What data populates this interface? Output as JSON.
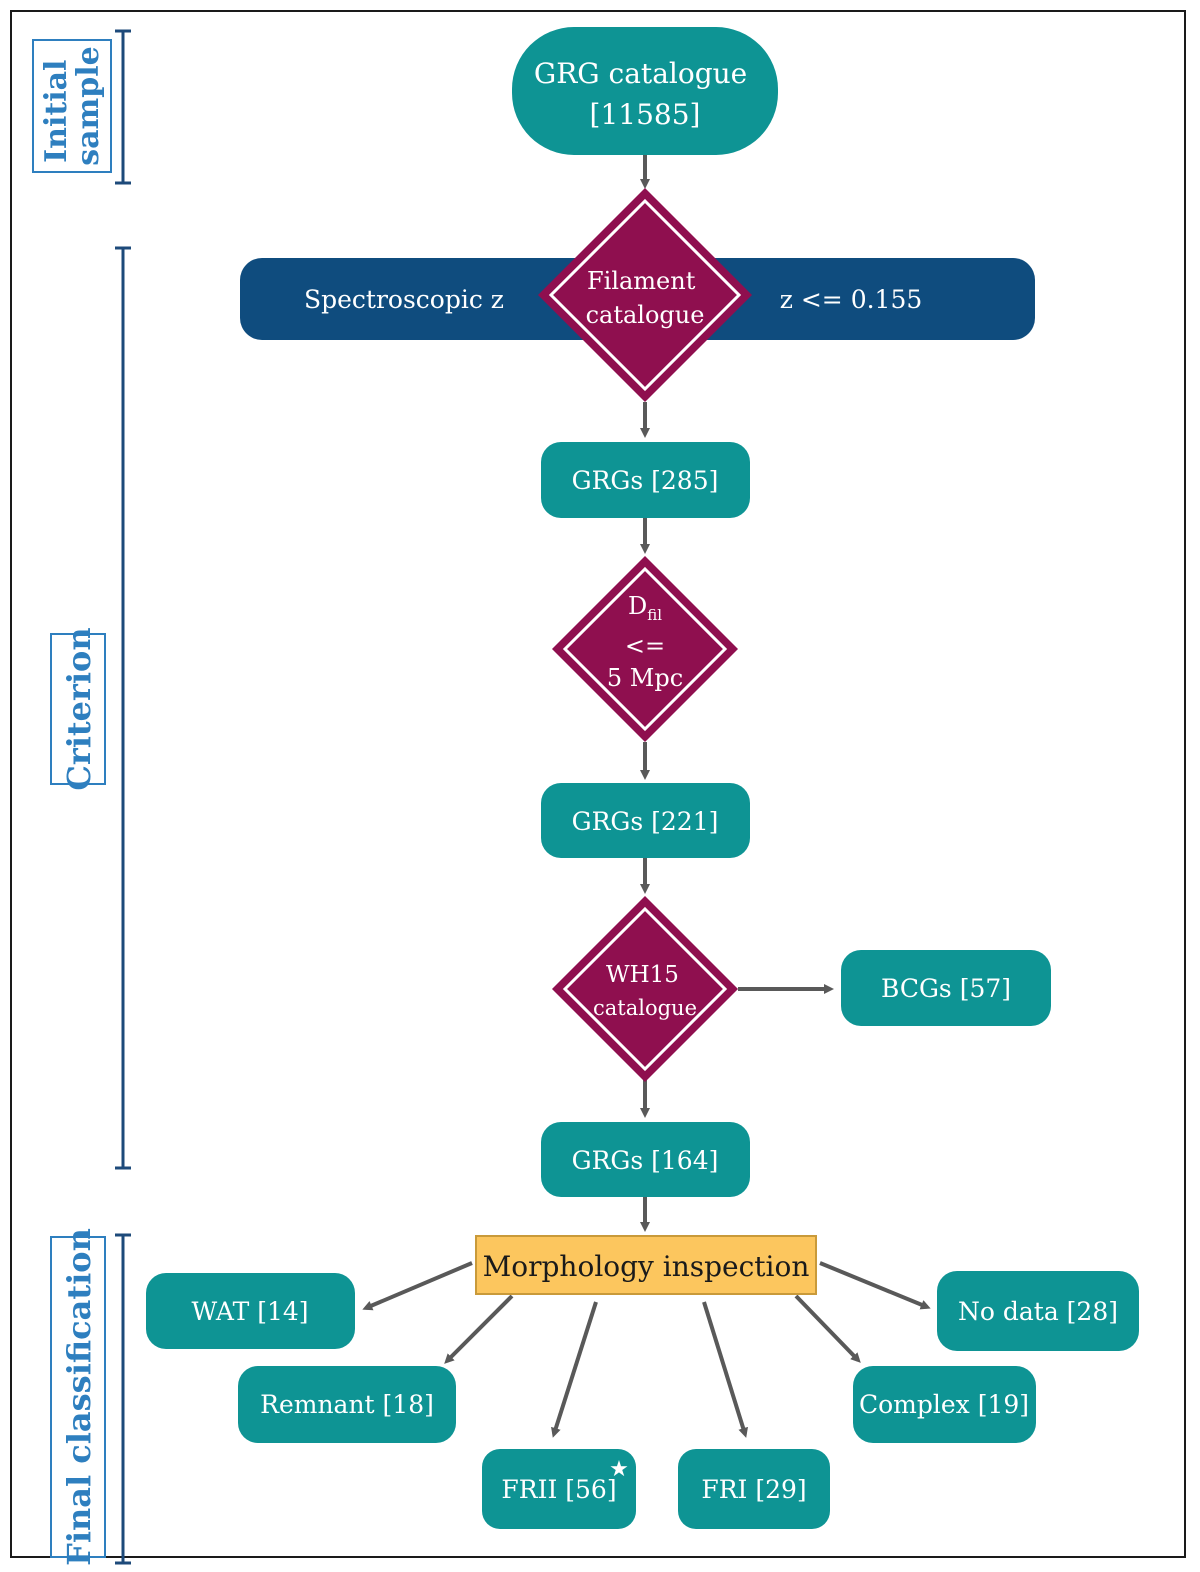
{
  "colors": {
    "teal": "#0e9494",
    "navy": "#0f4c7e",
    "diamond": "#8f0f4f",
    "yellow": "#fcc65e",
    "yellow_border": "#c99a3a",
    "arrow": "#595959",
    "bracket": "#1d4a7a",
    "side_label": "#2e7fbf"
  },
  "side_labels": {
    "initial": [
      "Initial",
      "sample"
    ],
    "criterion": "Criterion",
    "final": "Final classification"
  },
  "nodes": {
    "grg_catalogue": [
      "GRG catalogue",
      "[11585]"
    ],
    "spectroscopic_z": "Spectroscopic z",
    "z_cut": "z <= 0.155",
    "filament_catalogue": [
      "Filament",
      "catalogue"
    ],
    "grgs_285": "GRGs [285]",
    "dfil_main": "D",
    "dfil_sub": "fil",
    "dfil_le": "<=",
    "dfil_value": "5 Mpc",
    "grgs_221": "GRGs [221]",
    "wh15": [
      "WH15",
      "catalogue"
    ],
    "bcgs": "BCGs [57]",
    "grgs_164": "GRGs [164]",
    "morphology": "Morphology inspection",
    "wat": "WAT [14]",
    "remnant": "Remnant [18]",
    "frii": "FRII [56]",
    "frii_star": "★",
    "fri": "FRI [29]",
    "complex": "Complex [19]",
    "no_data": "No data [28]"
  }
}
